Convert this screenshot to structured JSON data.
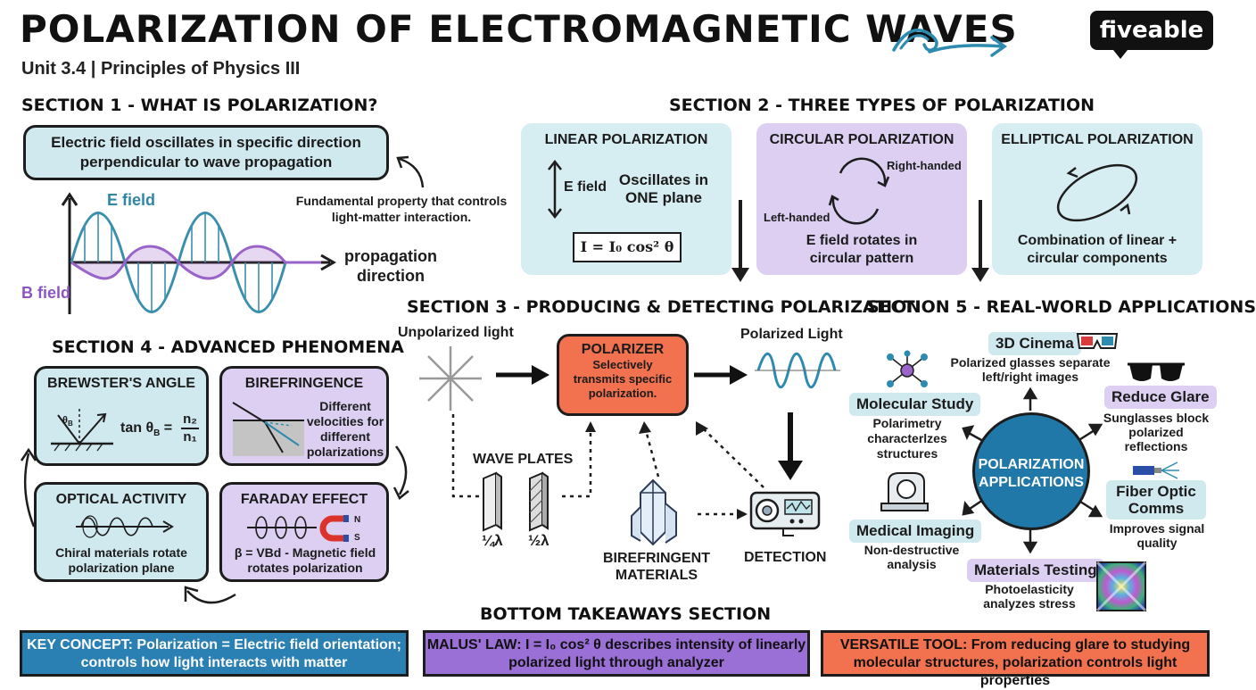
{
  "header": {
    "title": "POLARIZATION OF ELECTROMAGNETIC WAVES",
    "subtitle": "Unit 3.4 | Principles of Physics III",
    "logo": "fiveable",
    "brand_color": "#111111",
    "wave_icon": "wave-arrow-icon"
  },
  "section1": {
    "heading": "SECTION 1 - WHAT IS POLARIZATION?",
    "definition": "Electric field oscillates in specific direction perpendicular to wave propagation",
    "note": "Fundamental property that controls light-matter interaction.",
    "e_label": "E field",
    "b_label": "B field",
    "axis_label": "propagation direction",
    "e_color": "#3a8fae",
    "b_color": "#9a63c9"
  },
  "section2": {
    "heading": "SECTION 2 - THREE TYPES OF POLARIZATION",
    "linear": {
      "title": "LINEAR POLARIZATION",
      "e_label": "E field",
      "text": "Oscillates in ONE plane",
      "formula": "I = I₀ cos² θ"
    },
    "circular": {
      "title": "CIRCULAR POLARIZATION",
      "right": "Right-handed",
      "left": "Left-handed",
      "text": "E field rotates in circular pattern"
    },
    "elliptical": {
      "title": "ELLIPTICAL POLARIZATION",
      "text": "Combination of linear + circular components"
    }
  },
  "section3": {
    "heading": "SECTION 3 - PRODUCING & DETECTING POLARIZATION",
    "unpolarized": "Unpolarized light",
    "polarizer_title": "POLARIZER",
    "polarizer_text": "Selectively transmits specific polarization.",
    "polarized": "Polarized Light",
    "wave_plates": "WAVE PLATES",
    "quarter": "¼λ",
    "half": "½λ",
    "birefringent": "BIREFRINGENT MATERIALS",
    "detection": "DETECTION",
    "polarizer_color": "#f2714f"
  },
  "section4": {
    "heading": "SECTION 4 - ADVANCED PHENOMENA",
    "brewster": {
      "title": "BREWSTER'S ANGLE",
      "formula_left": "tan θ",
      "formula_sub": "B",
      "num": "n₂",
      "den": "n₁",
      "angle": "θ",
      "angle_sub": "B"
    },
    "birefringence": {
      "title": "BIREFRINGENCE",
      "text": "Different velocities for different polarizations"
    },
    "optical": {
      "title": "OPTICAL ACTIVITY",
      "text": "Chiral materials rotate polarization plane"
    },
    "faraday": {
      "title": "FARADAY EFFECT",
      "text": "β = VBd - Magnetic field rotates polarization",
      "n": "N",
      "s": "S"
    }
  },
  "section5": {
    "heading": "SECTION 5 - REAL-WORLD APPLICATIONS",
    "hub": "POLARIZATION APPLICATIONS",
    "hub_color": "#1f78a8",
    "cinema": {
      "title": "3D Cinema",
      "text": "Polarized glasses separate left/right images"
    },
    "glare": {
      "title": "Reduce Glare",
      "text": "Sunglasses block polarized reflections"
    },
    "fiber": {
      "title": "Fiber Optic Comms",
      "text": "Improves signal quality"
    },
    "materials": {
      "title": "Materials Testing",
      "text": "Photoelasticity analyzes stress"
    },
    "medical": {
      "title": "Medical Imaging",
      "text": "Non-destructive analysis"
    },
    "molecular": {
      "title": "Molecular Study",
      "text": "Polarimetry characterlzes structures"
    }
  },
  "takeaways": {
    "heading": "BOTTOM TAKEAWAYS SECTION",
    "key": "KEY CONCEPT: Polarization = Electric field orientation; controls how light interacts with matter",
    "malus": "MALUS' LAW: I = I₀ cos² θ describes intensity of linearly polarized light through analyzer",
    "versatile": "VERSATILE TOOL: From reducing glare to studying molecular structures, polarization controls light properties",
    "key_color": "#2a7fb3",
    "malus_color": "#9a6fd6",
    "versatile_color": "#f2714f"
  }
}
